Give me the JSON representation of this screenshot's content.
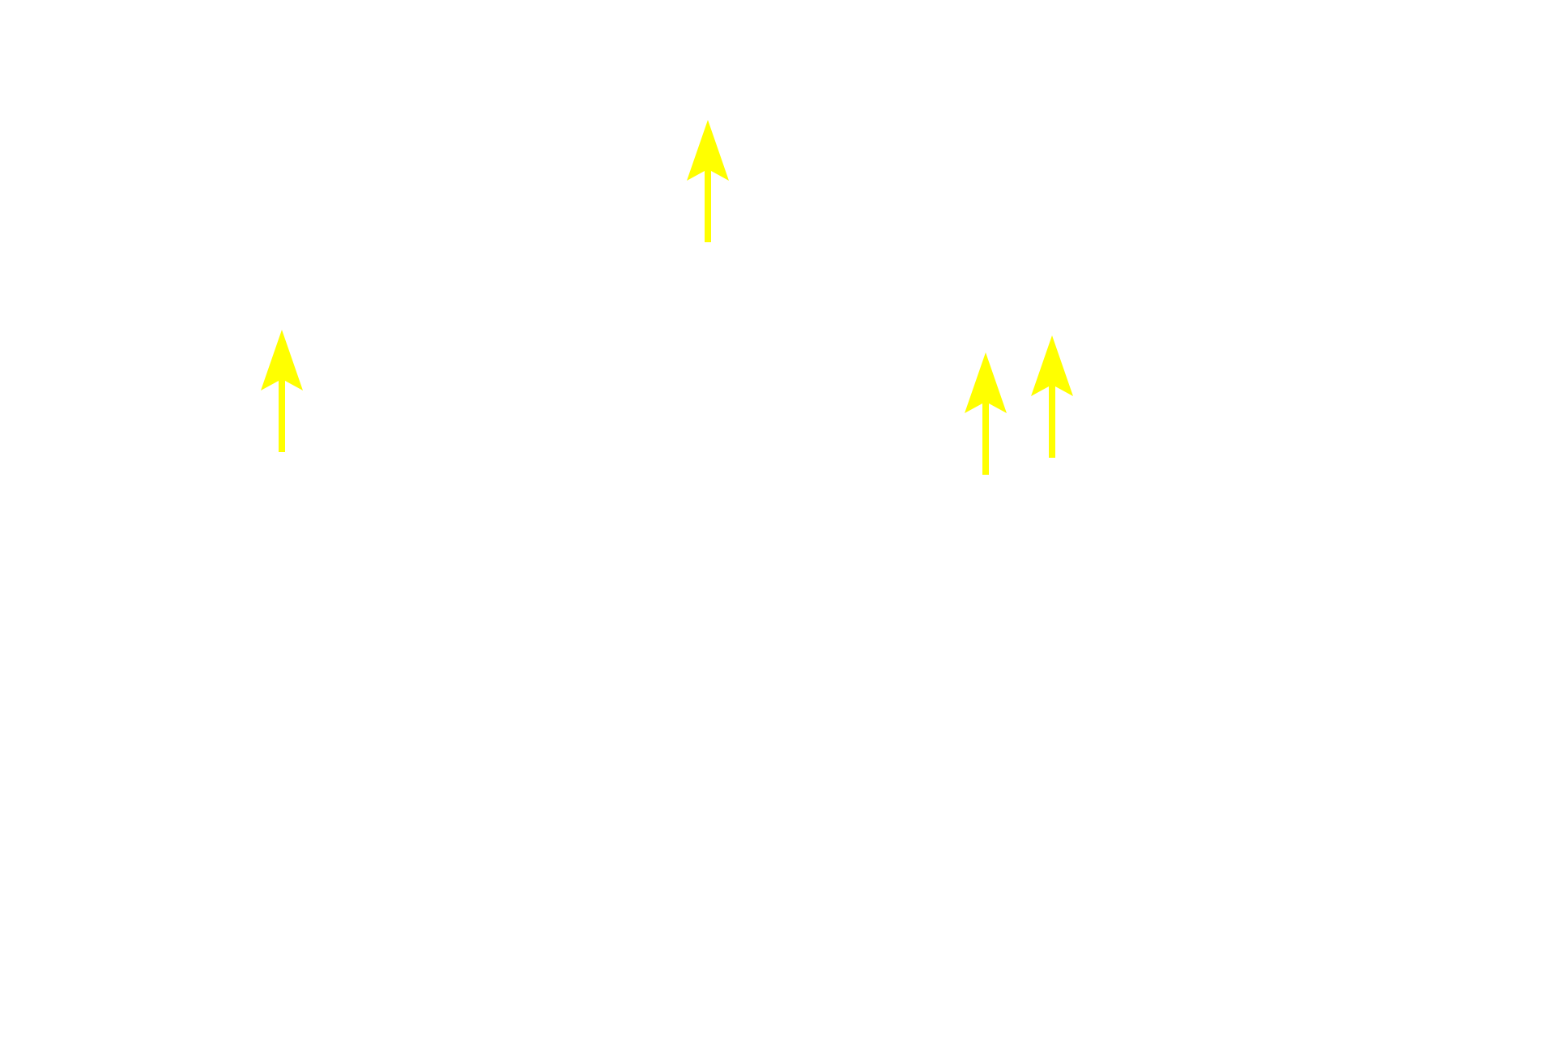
{
  "background_color": "#ffffff",
  "annotations": {
    "arrow_color": "#ffff00",
    "arrows": [
      {
        "direction": "up"
      },
      {
        "direction": "up"
      },
      {
        "direction": "up"
      },
      {
        "direction": "up"
      }
    ]
  }
}
